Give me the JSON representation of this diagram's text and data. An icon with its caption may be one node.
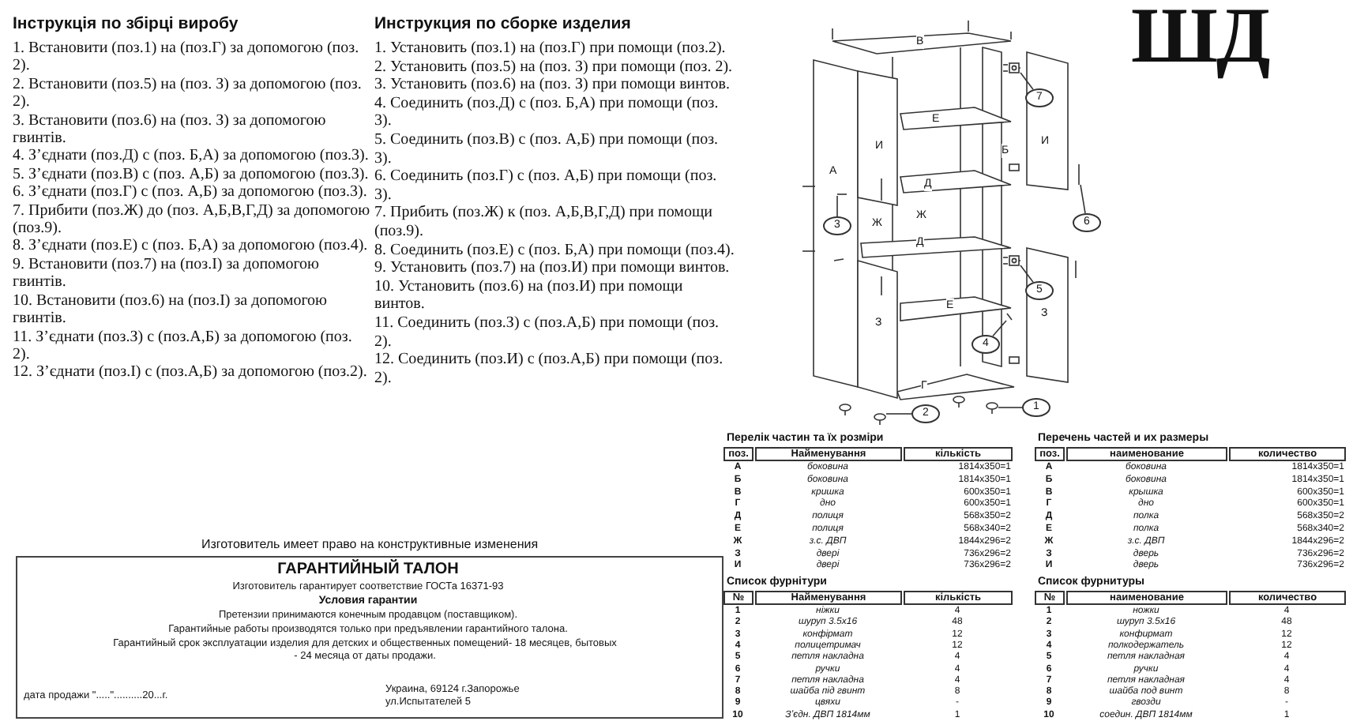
{
  "diagram": {
    "title": "ШД",
    "nodes": [
      {
        "text": [
          "ГАРАНТИЙНЫЙ ТАЛОН",
          "Изготовитель гарантирует соответствие ГОСТа 16371-93",
          "Условия гарантии",
          "Претензии принимаются конечным продавцом (поставщиком).",
          "Гарантийные работы производятся только при предъявлении гарантийного талона.",
          "Гарантийный срок эксплуатации изделия для детских и общественных помещений- 18 месяцев, бытовых - 24 месяца от даты продажи.",
          "дата продажи \".....\"..........20...г.",
          "Украина, 69124 г.Запорожье ул.Испытателей 5"
        ]
      },
      {
        "text": [
          "1"
        ]
      },
      {
        "text": [
          "2"
        ]
      },
      {
        "text": [
          "3"
        ]
      },
      {
        "text": [
          "4"
        ]
      },
      {
        "text": [
          "5"
        ]
      },
      {
        "text": [
          "6"
        ]
      },
      {
        "text": [
          "7"
        ]
      },
      {
        "text": [],
        "shape": "picture"
      },
      {
        "text": [],
        "shape": "picture"
      },
      {
        "text": [],
        "shape": "picture"
      },
      {
        "text": [],
        "shape": "picture"
      },
      {
        "text": [],
        "shape": "picture"
      },
      {
        "text": [],
        "shape": "picture"
      },
      {
        "text": [],
        "shape": "picture"
      }
    ],
    "edges": [
      {
        "from": 1,
        "to": 8,
        "arrow": "none"
      },
      {
        "from": 2,
        "to": 9,
        "arrow": "none"
      },
      {
        "from": 3,
        "to": 10,
        "arrow": "none"
      },
      {
        "from": 4,
        "to": 11,
        "arrow": "none"
      },
      {
        "from": 5,
        "to": 12,
        "arrow": "none"
      },
      {
        "from": 6,
        "to": 13,
        "arrow": "none"
      },
      {
        "from": 7,
        "to": 14,
        "arrow": "none"
      }
    ],
    "labels": [
      "Інструкція по збірці виробу",
      "1. Встановити (поз.1) на (поз.Г) за допомогою (поз. 2).",
      "2. Встановити (поз.5) на (поз. З) за допомогою (поз. 2).",
      "3. Встановити (поз.6) на (поз. З) за допомогою гвинтів.",
      "4. Зʼєднати (поз.Д) с (поз. Б,А) за допомогою (поз.3).",
      "5. Зʼєднати (поз.В) с (поз. А,Б) за допомогою (поз.3).",
      "6. Зʼєднати (поз.Г) с (поз. А,Б) за допомогою (поз.3).",
      "7. Прибити (поз.Ж) до (поз. А,Б,В,Г,Д) за допомогою (поз.9).",
      "8. Зʼєднати (поз.Е) с (поз. Б,А) за допомогою (поз.4).",
      "9. Встановити (поз.7) на (поз.І) за допомогою гвинтів.",
      "10. Встановити (поз.6) на (поз.І) за допомогою гвинтів.",
      "11. Зʼєднати (поз.З) с (поз.А,Б) за допомогою (поз. 2).",
      "12. Зʼєднати (поз.І) с (поз.А,Б) за допомогою (поз.2).",
      "Инструкция по сборке изделия",
      "1. Установить (поз.1) на (поз.Г) при помощи (поз.2).",
      "2. Установить (поз.5) на (поз. З) при помощи (поз. 2).",
      "3. Установить (поз.6) на (поз. З) при помощи винтов.",
      "4. Соединить (поз.Д) с (поз. Б,А) при помощи (поз. 3).",
      "5. Соединить (поз.В) с (поз. А,Б) при помощи (поз. 3).",
      "6. Соединить (поз.Г) с (поз. А,Б) при помощи (поз. 3).",
      "7. Прибить (поз.Ж) к (поз. А,Б,В,Г,Д) при помощи (поз.9).",
      "8. Соединить (поз.Е) с (поз. Б,А) при помощи (поз.4).",
      "9. Установить (поз.7) на (поз.И) при помощи винтов.",
      "10. Установить (поз.6) на (поз.И) при помощи винтов.",
      "11. Соединить (поз.З) с (поз.А,Б) при помощи (поз. 2).",
      "12. Соединить (поз.И) с (поз.А,Б) при помощи (поз. 2).",
      "В",
      "Е",
      "И",
      "Б",
      "И",
      "А",
      "Д",
      "Ж",
      "Ж",
      "Д",
      "З",
      "Е",
      "З",
      "Г",
      "Перелік частин та їх розміри",
      "поз.",
      "Найменування",
      "кількість",
      "А",
      "боковина",
      "1814х350=1",
      "Б",
      "боковина",
      "1814х350=1",
      "В",
      "кришка",
      "600х350=1",
      "Г",
      "дно",
      "600х350=1",
      "Д",
      "полиця",
      "568х350=2",
      "Е",
      "полиця",
      "568х340=2",
      "Ж",
      "з.с. ДВП",
      "1844х296=2",
      "З",
      "двері",
      "736х296=2",
      "И",
      "двері",
      "736х296=2",
      "Перечень частей и их размеры",
      "поз.",
      "наименование",
      "количество",
      "А",
      "боковина",
      "1814х350=1",
      "Б",
      "боковина",
      "1814х350=1",
      "В",
      "крышка",
      "600х350=1",
      "Г",
      "дно",
      "600х350=1",
      "Д",
      "полка",
      "568х350=2",
      "Е",
      "полка",
      "568х340=2",
      "Ж",
      "з.с. ДВП",
      "1844х296=2",
      "З",
      "дверь",
      "736х296=2",
      "И",
      "дверь",
      "736х296=2",
      "Список фурнітури",
      "№",
      "Найменування",
      "кількість",
      "1",
      "ніжки",
      "4",
      "2",
      "шуруп 3.5х16",
      "48",
      "3",
      "конфірмат",
      "12",
      "4",
      "полицетримач",
      "12",
      "5",
      "петля накладна",
      "4",
      "6",
      "ручки",
      "4",
      "7",
      "петля накладна",
      "4",
      "8",
      "шайба під гвинт",
      "8",
      "9",
      "цвяхи",
      "-",
      "10",
      "Зʼєдн. ДВП 1814мм",
      "1",
      "Список фурнитуры",
      "№",
      "наименование",
      "количество",
      "1",
      "ножки",
      "4",
      "2",
      "шуруп 3.5х16",
      "48",
      "3",
      "конфирмат",
      "12",
      "4",
      "полкодержатель",
      "12",
      "5",
      "петля накладная",
      "4",
      "6",
      "ручки",
      "4",
      "7",
      "петля накладная",
      "4",
      "8",
      "шайба под винт",
      "8",
      "9",
      "гвозди",
      "-",
      "10",
      "соедин. ДВП 1814мм",
      "1",
      "Изготовитель имеет право на конструктивные изменения"
    ]
  }
}
